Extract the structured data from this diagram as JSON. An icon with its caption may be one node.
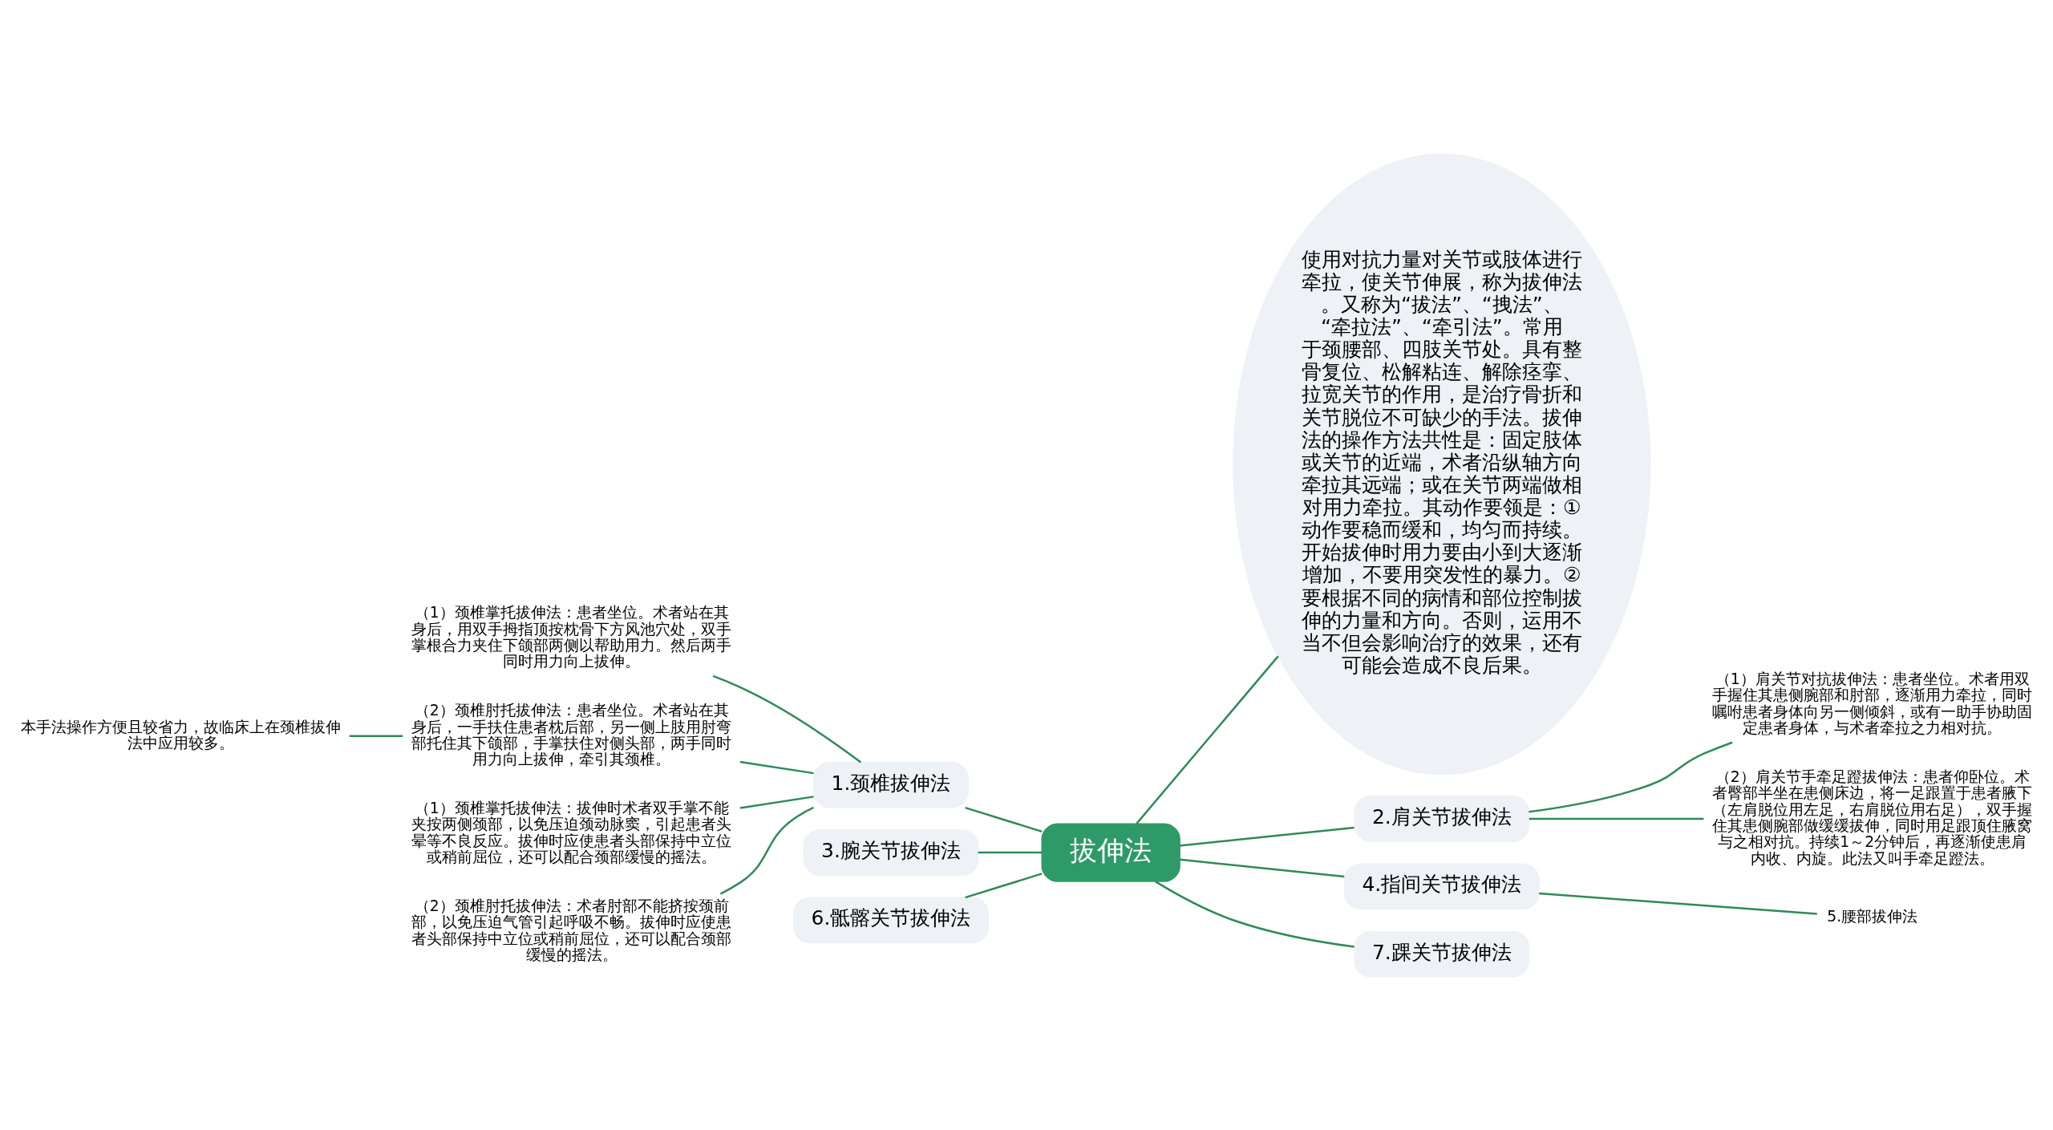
{
  "diagram": {
    "nodes": [
      {
        "text": [
          "拔伸法"
        ]
      },
      {
        "text": [
          "使用对抗力量对关节或肢体进行牵拉，使关节伸展，称为拔伸法。又称为“拔法”、“拽法”、“牵拉法”、“牵引法”。常用于颈腰部、四肢关节处。具有整骨复位、松解粘连、解除痉挛、拉宽关节的作用，是治疗骨折和关节脱位不可缺少的手法。拔伸法的操作方法共性是：固定肢体或关节的近端，术者沿纵轴方向牵拉其远端；或在关节两端做相对用力牵拉。其动作要领是：①动作要稳而缓和，均匀而持续。开始拔伸时用力要由小到大逐渐增加，不要用突发性的暴力。②要根据不同的病情和部位控制拔伸的力量和方向。否则，运用不当不但会影响治疗的效果，还有可能会造成不良后果。"
        ]
      },
      {
        "text": [
          "1.颈椎拔伸法"
        ]
      },
      {
        "text": [
          "（1）颈椎掌托拔伸法：患者坐位。术者站在其身后，用双手拇指顶按枕骨下方风池穴处，双手掌根合力夹住下颌部两侧以帮助用力。然后两手同时用力向上拔伸。"
        ]
      },
      {
        "text": [
          "（2）颈椎肘托拔伸法：患者坐位。术者站在其身后，一手扶住患者枕后部，另一侧上肢用肘弯部托住其下颌部，手掌扶住对侧头部，两手同时用力向上拔伸，牵引其颈椎。"
        ]
      },
      {
        "text": [
          "（1）颈椎掌托拔伸法：拔伸时术者双手掌不能夹按两侧颈部，以免压迫颈动脉窦，引起患者头晕等不良反应。拔伸时应使患者头部保持中立位或稍前屈位，还可以配合颈部缓慢的摇法。"
        ]
      },
      {
        "text": [
          "（2）颈椎肘托拔伸法：术者肘部不能挤按颈前部，以免压迫气管引起呼吸不畅。拔伸时应使患者头部保持中立位或稍前屈位，还可以配合颈部缓慢的摇法。"
        ]
      },
      {
        "text": [
          "本手法操作方便且较省力，故临床上在颈椎拔伸法中应用较多。"
        ]
      },
      {
        "text": [
          "3.腕关节拔伸法"
        ]
      },
      {
        "text": [
          "6.骶髂关节拔伸法"
        ]
      },
      {
        "text": [
          "2.肩关节拔伸法"
        ]
      },
      {
        "text": [
          "（1）肩关节对抗拔伸法：患者坐位。术者用双手握住其患侧腕部和肘部，逐渐用力牵拉，同时嘱咐患者身体向另一侧倾斜，或有一助手协助固定患者身体，与术者牵拉之力相对抗。"
        ]
      },
      {
        "text": [
          "（2）肩关节手牵足蹬拔伸法：患者仰卧位。术者臀部半坐在患侧床边，将一足跟置于患者腋下（左肩脱位用左足，右肩脱位用右足），双手握住其患侧腕部做缓缓拔伸，同时用足跟顶住腋窝与之相对抗。持续1～2分钟后，再逐渐使患肩内收、内旋。此法又叫手牵足蹬法。"
        ]
      },
      {
        "text": [
          "4.指间关节拔伸法"
        ]
      },
      {
        "text": [
          "5.腰部拔伸法"
        ]
      },
      {
        "text": [
          "7.踝关节拔伸法"
        ]
      }
    ],
    "edges": [
      {
        "from": 0,
        "to": 1,
        "arrow": "none"
      },
      {
        "from": 0,
        "to": 2,
        "arrow": "none"
      },
      {
        "from": 2,
        "to": 3,
        "arrow": "none"
      },
      {
        "from": 2,
        "to": 4,
        "arrow": "none"
      },
      {
        "from": 2,
        "to": 5,
        "arrow": "none"
      },
      {
        "from": 2,
        "to": 6,
        "arrow": "none"
      },
      {
        "from": 4,
        "to": 7,
        "arrow": "none"
      },
      {
        "from": 0,
        "to": 8,
        "arrow": "none"
      },
      {
        "from": 0,
        "to": 9,
        "arrow": "none"
      },
      {
        "from": 0,
        "to": 10,
        "arrow": "none"
      },
      {
        "from": 10,
        "to": 11,
        "arrow": "none"
      },
      {
        "from": 10,
        "to": 12,
        "arrow": "none"
      },
      {
        "from": 0,
        "to": 13,
        "arrow": "none"
      },
      {
        "from": 13,
        "to": 14,
        "arrow": "none"
      },
      {
        "from": 0,
        "to": 15,
        "arrow": "none"
      }
    ]
  }
}
